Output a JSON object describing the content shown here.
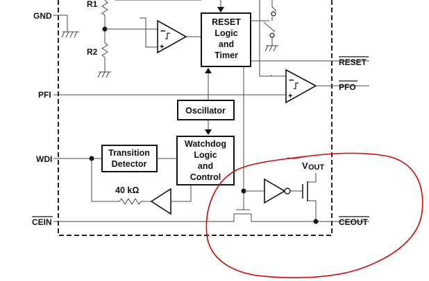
{
  "pins": {
    "gnd": "GND",
    "pfi": "PFI",
    "wdi": "WDI",
    "cein": "CEIN",
    "reset": "RESET",
    "pfo": "PFO",
    "ceout": "CEOUT",
    "vout": "V",
    "vout_sub": "OUT"
  },
  "components": {
    "r1": "R1",
    "r2": "R2",
    "resistor_40k": "40 kΩ"
  },
  "blocks": {
    "reset_timer": [
      "RESET",
      "Logic",
      "and",
      "Timer"
    ],
    "oscillator": "Oscillator",
    "transition_detector": [
      "Transition",
      "Detector"
    ],
    "watchdog": [
      "Watchdog",
      "Logic",
      "and",
      "Control"
    ]
  },
  "colors": {
    "annotation": "#e00000",
    "line": "#444444",
    "text": "#111111"
  }
}
